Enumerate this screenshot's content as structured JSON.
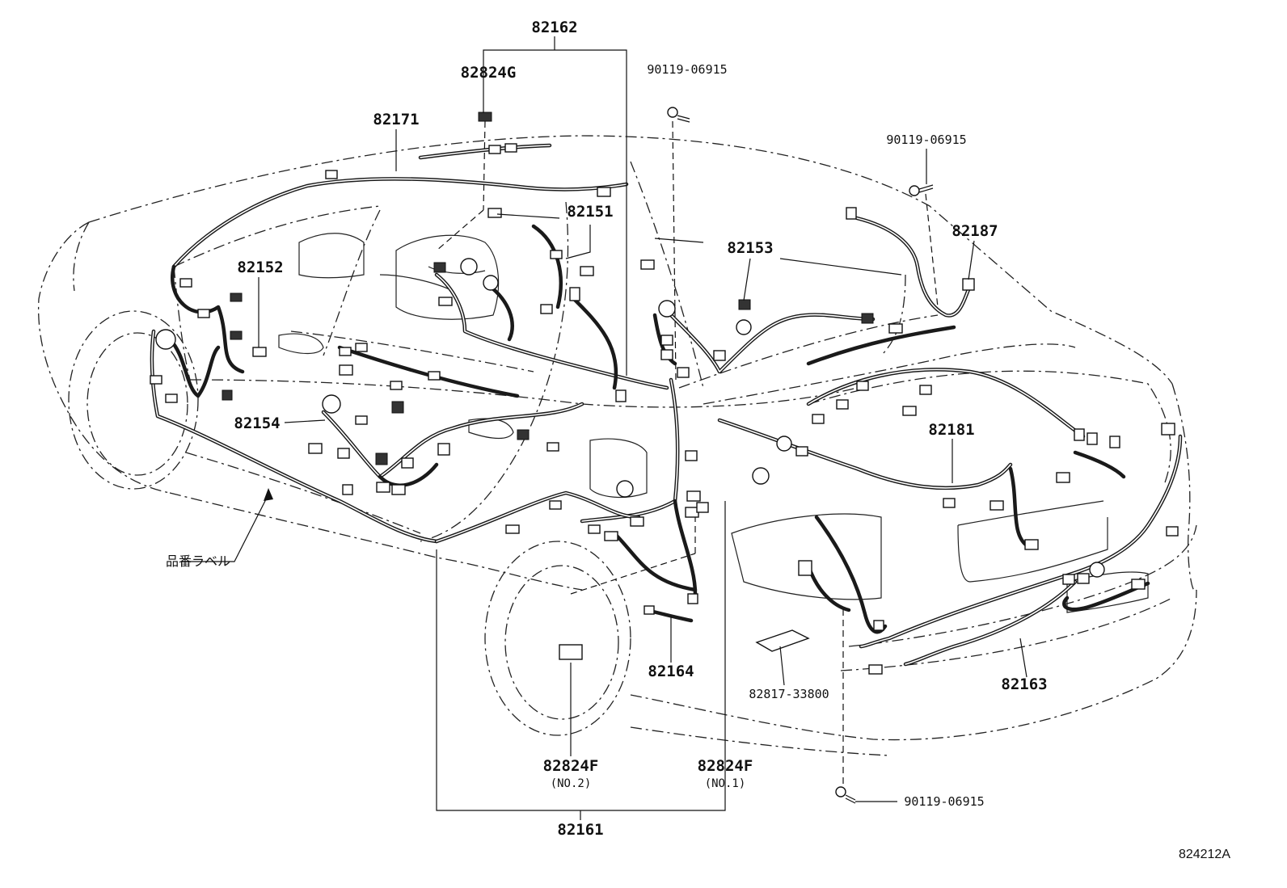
{
  "figure_id": "824212A",
  "labels": {
    "p82162": "82162",
    "p82824G": "82824G",
    "p82171": "82171",
    "bolt_top": "90119-06915",
    "bolt_right": "90119-06915",
    "bolt_bottom": "90119-06915",
    "p82151": "82151",
    "p82153": "82153",
    "p82187": "82187",
    "p82152": "82152",
    "p82154": "82154",
    "p82181": "82181",
    "part_label": "品番ラベル",
    "p82164": "82164",
    "p82817": "82817-33800",
    "p82163": "82163",
    "p82824F_no2": "82824F",
    "no2": "(NO.2)",
    "p82824F_no1": "82824F",
    "no1": "(NO.1)",
    "p82161": "82161"
  }
}
